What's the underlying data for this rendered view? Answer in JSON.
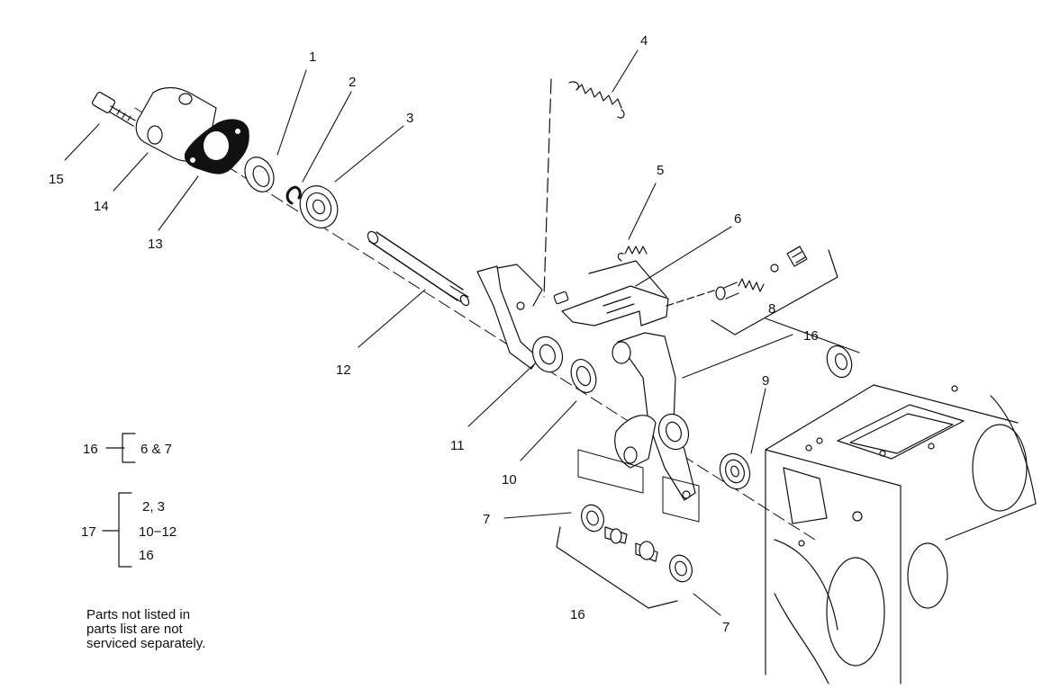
{
  "callouts": {
    "c1": "1",
    "c2": "2",
    "c3": "3",
    "c4": "4",
    "c5": "5",
    "c6": "6",
    "c7a": "7",
    "c7b": "7",
    "c8": "8",
    "c9": "9",
    "c10": "10",
    "c11": "11",
    "c12": "12",
    "c13": "13",
    "c14": "14",
    "c15": "15",
    "c16a": "16",
    "c16b": "16",
    "c16c": "16"
  },
  "groups": {
    "g16": {
      "label": "16",
      "items": [
        "6 & 7"
      ]
    },
    "g17": {
      "label": "17",
      "items": [
        "2, 3",
        "10−12",
        "16"
      ]
    }
  },
  "note": {
    "line1": "Parts not listed in",
    "line2": "parts list are not",
    "line3": "serviced separately."
  },
  "colors": {
    "ink": "#111111",
    "paper": "#ffffff"
  }
}
